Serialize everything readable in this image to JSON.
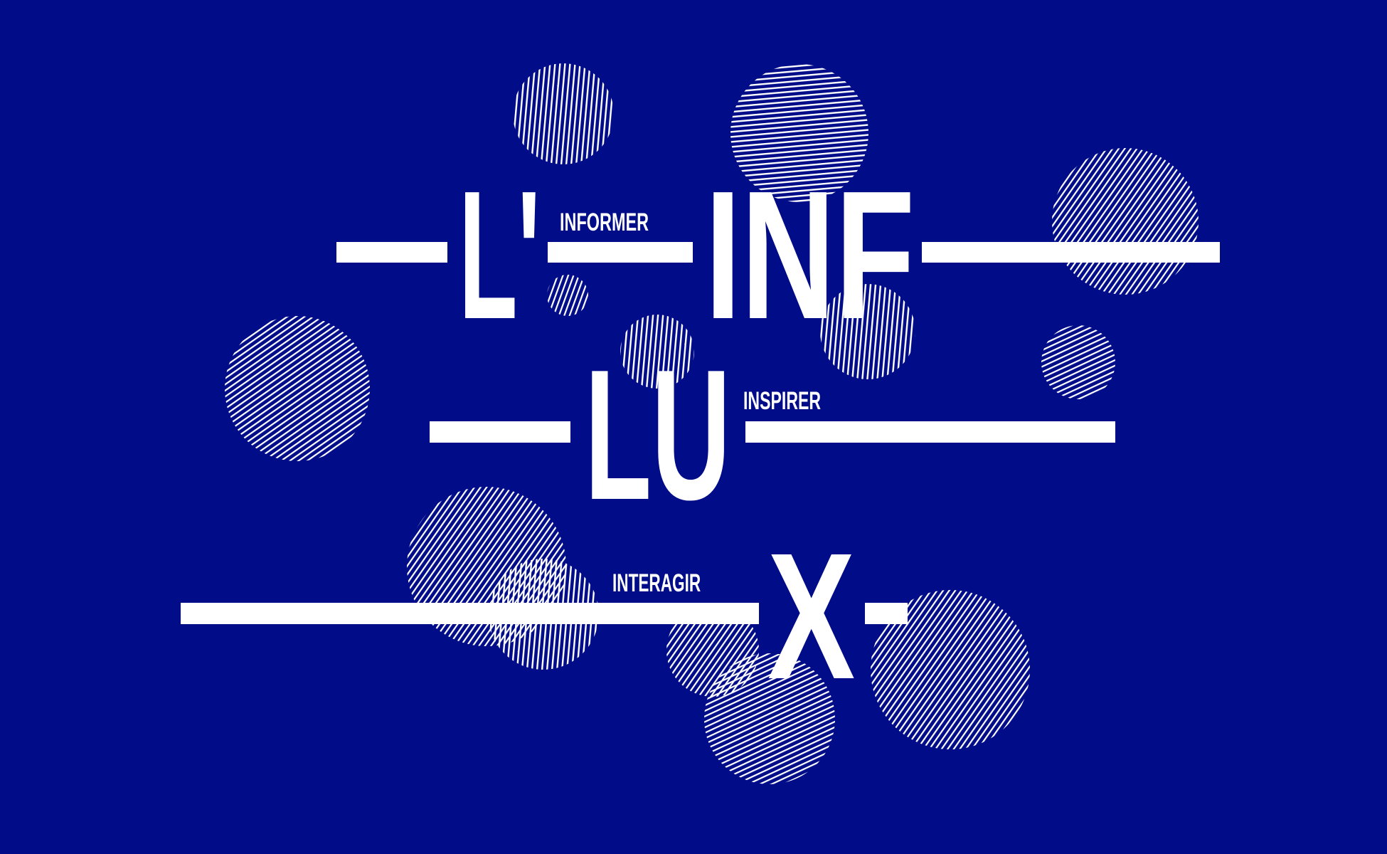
{
  "colors": {
    "background": "#000c88",
    "foreground": "#ffffff"
  },
  "title": {
    "line1_a": "L'",
    "line1_b": "INF",
    "line2": "LU",
    "line3": "X"
  },
  "labels": {
    "informer": "INFORMER",
    "inspirer": "INSPIRER",
    "interagir": "INTERAGIR"
  }
}
